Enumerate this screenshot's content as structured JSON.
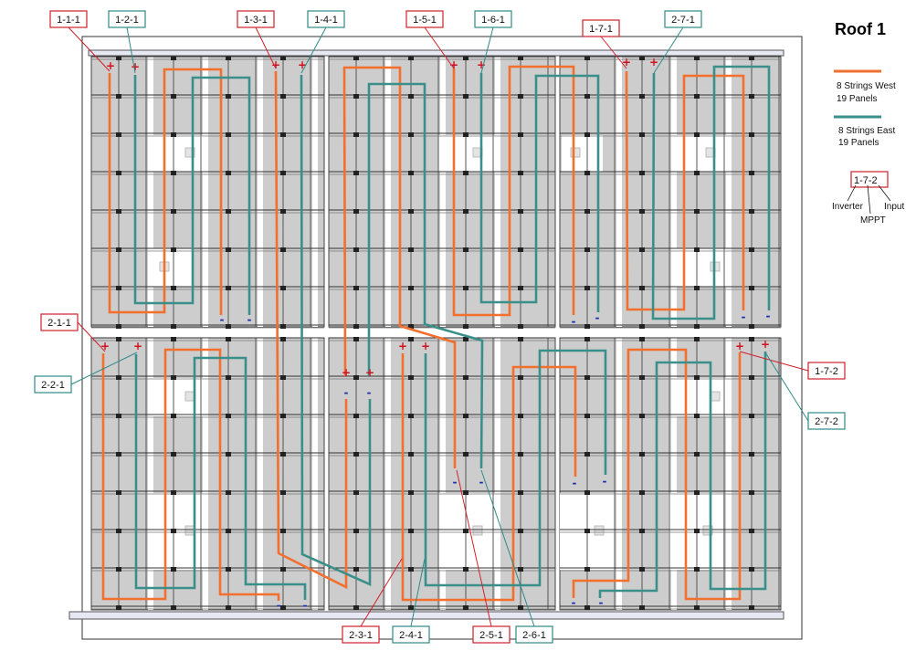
{
  "title": "Roof 1",
  "colors": {
    "west": "#f26f2e",
    "east": "#3a8f8a",
    "label_red": "#d0202a",
    "label_teal": "#2e8a86",
    "panel": "#cdcdcd"
  },
  "legend": {
    "west_line1": "8  Strings West",
    "west_line2": "19 Panels",
    "east_line1": "8  Strings East",
    "east_line2": "19 Panels",
    "key_label": "1-7-2",
    "key_inverter": "Inverter",
    "key_mppt": "MPPT",
    "key_input": "Input"
  },
  "polarity": {
    "plus": "+",
    "minus": "-"
  },
  "string_labels": [
    {
      "text": "1-1-1",
      "type": "west"
    },
    {
      "text": "1-2-1",
      "type": "east"
    },
    {
      "text": "1-3-1",
      "type": "west"
    },
    {
      "text": "1-4-1",
      "type": "east"
    },
    {
      "text": "1-5-1",
      "type": "west"
    },
    {
      "text": "1-6-1",
      "type": "east"
    },
    {
      "text": "1-7-1",
      "type": "west"
    },
    {
      "text": "2-7-1",
      "type": "east"
    },
    {
      "text": "2-1-1",
      "type": "west"
    },
    {
      "text": "2-2-1",
      "type": "east"
    },
    {
      "text": "1-7-2",
      "type": "west"
    },
    {
      "text": "2-7-2",
      "type": "east"
    },
    {
      "text": "2-3-1",
      "type": "west"
    },
    {
      "text": "2-4-1",
      "type": "east"
    },
    {
      "text": "2-5-1",
      "type": "west"
    },
    {
      "text": "2-6-1",
      "type": "east"
    }
  ]
}
